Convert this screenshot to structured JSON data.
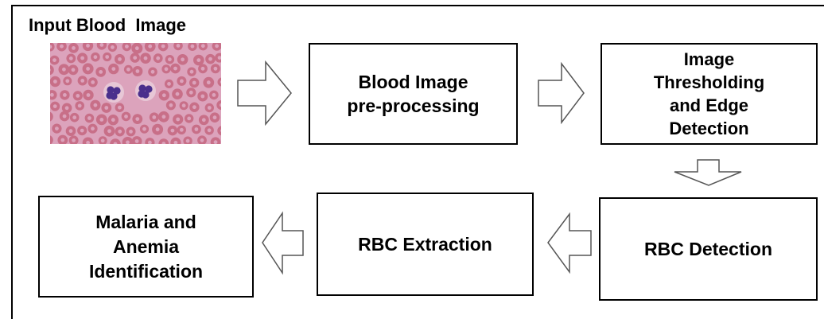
{
  "title": "Input Blood  Image",
  "boxes": {
    "preprocessing": "Blood Image\npre-processing",
    "thresholding": "Image\nThresholding\nand Edge\nDetection",
    "rbc_detection": "RBC Detection",
    "rbc_extraction": "RBC Extraction",
    "identification": "Malaria and\nAnemia\nIdentification"
  },
  "colors": {
    "arrow_stroke": "#555555",
    "arrow_fill": "#ffffff",
    "border": "#000000",
    "smear_background": "#dca3bc",
    "rbc": "#c86f88",
    "wbc": "#4a2f8c"
  }
}
